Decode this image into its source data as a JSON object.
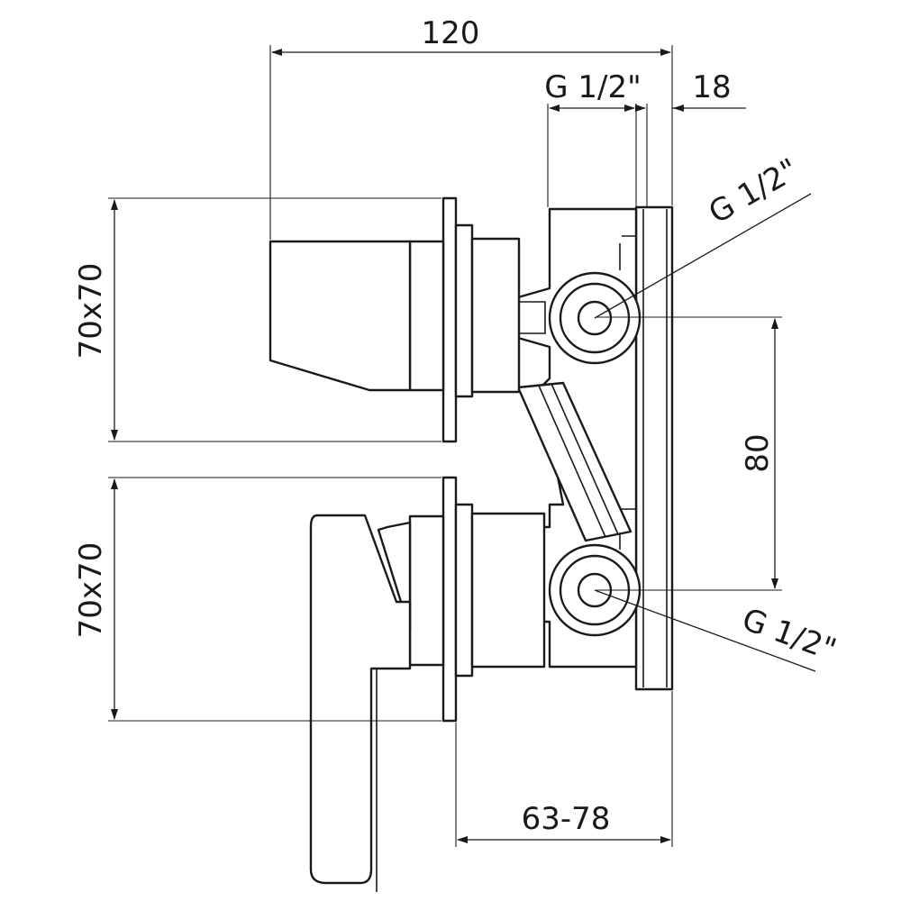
{
  "dimensions": {
    "overall_depth": "120",
    "inlet_thread_top": "G 1/2\"",
    "plate_thickness": "18",
    "port_thread_upper": "G 1/2\"",
    "port_thread_lower": "G 1/2\"",
    "upper_rosette_size": "70x70",
    "lower_rosette_size": "70x70",
    "port_spacing": "80",
    "installation_depth": "63-78"
  }
}
